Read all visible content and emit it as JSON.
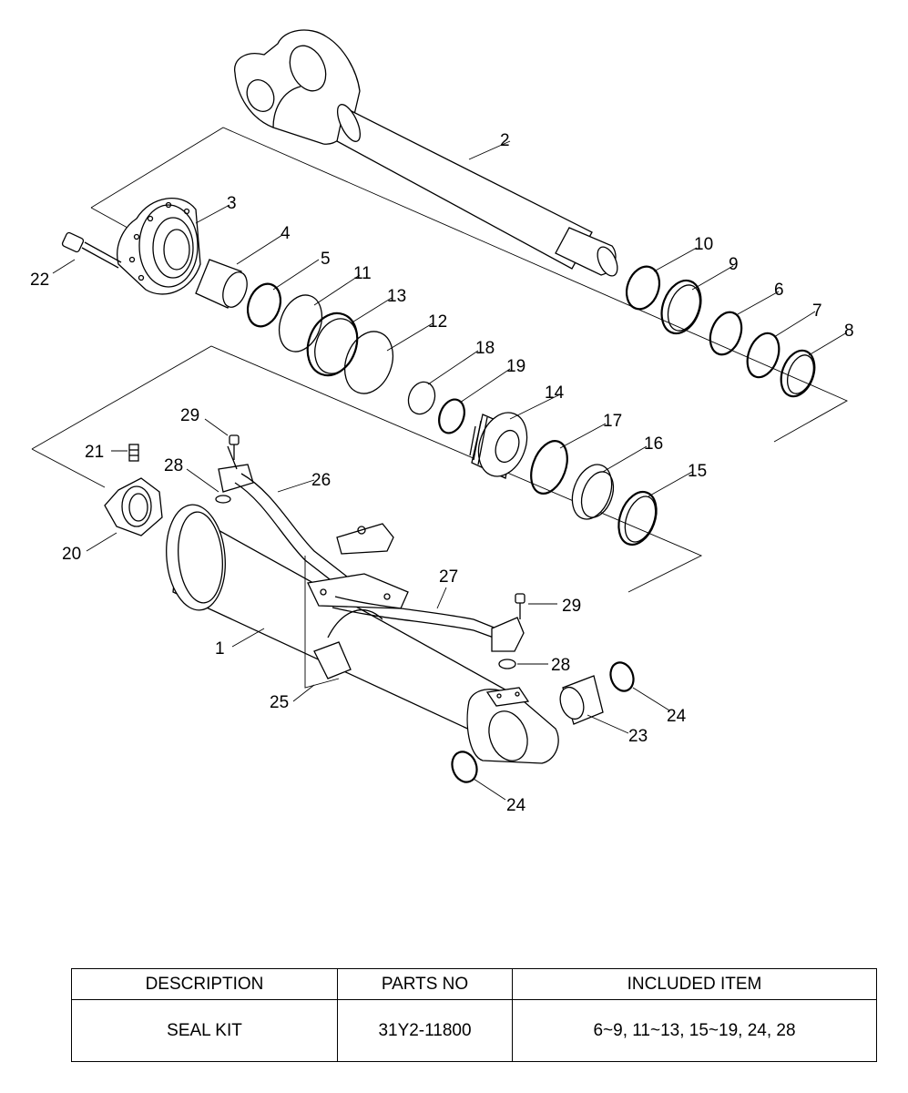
{
  "diagram": {
    "labels": {
      "p1": "1",
      "p2": "2",
      "p3": "3",
      "p4": "4",
      "p5": "5",
      "p6": "6",
      "p7": "7",
      "p8": "8",
      "p9": "9",
      "p10": "10",
      "p11": "11",
      "p12": "12",
      "p13": "13",
      "p14": "14",
      "p15": "15",
      "p16": "16",
      "p17": "17",
      "p18": "18",
      "p19": "19",
      "p20": "20",
      "p21": "21",
      "p22": "22",
      "p23": "23",
      "p24a": "24",
      "p24b": "24",
      "p25": "25",
      "p26": "26",
      "p27": "27",
      "p28a": "28",
      "p28b": "28",
      "p29a": "29",
      "p29b": "29"
    }
  },
  "table": {
    "headers": [
      "DESCRIPTION",
      "PARTS NO",
      "INCLUDED ITEM"
    ],
    "rows": [
      [
        "SEAL KIT",
        "31Y2-11800",
        "6~9, 11~13, 15~19, 24, 28"
      ]
    ]
  }
}
